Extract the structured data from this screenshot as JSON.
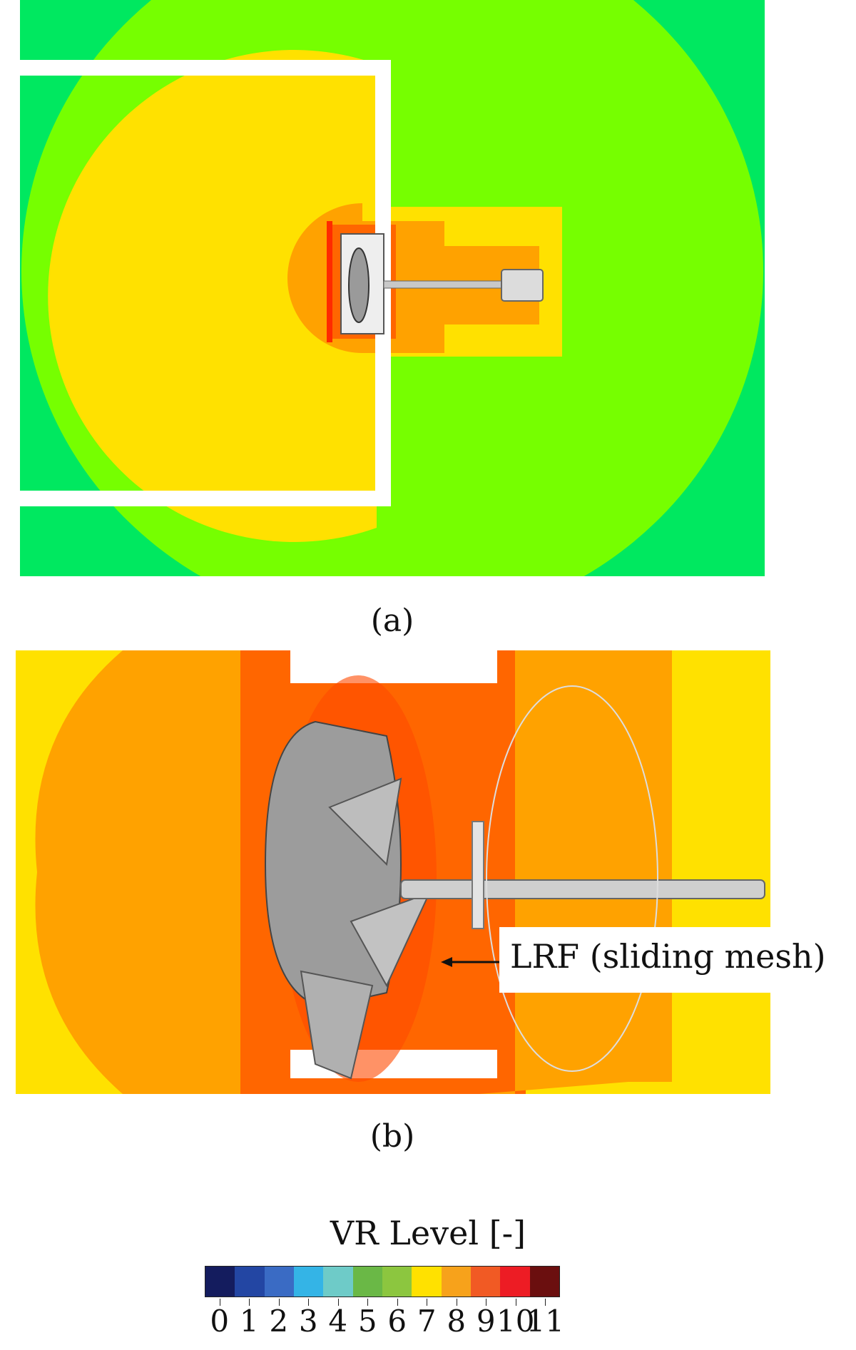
{
  "figure": {
    "panels": [
      {
        "id": "a",
        "caption": "(a)"
      },
      {
        "id": "b",
        "caption": "(b)"
      }
    ],
    "annotation": "LRF (sliding mesh)",
    "legend": {
      "title": "VR Level [-]",
      "levels": [
        {
          "label": "0",
          "color": "#141c5e"
        },
        {
          "label": "1",
          "color": "#2346a3"
        },
        {
          "label": "2",
          "color": "#3a6bc4"
        },
        {
          "label": "3",
          "color": "#34b4e6"
        },
        {
          "label": "4",
          "color": "#6ecbc8"
        },
        {
          "label": "5",
          "color": "#6ab846"
        },
        {
          "label": "6",
          "color": "#8cc63f"
        },
        {
          "label": "7",
          "color": "#ffe100"
        },
        {
          "label": "8",
          "color": "#f7a21b"
        },
        {
          "label": "9",
          "color": "#f15a24"
        },
        {
          "label": "10",
          "color": "#ed1c24"
        },
        {
          "label": "11",
          "color": "#6b0f0f"
        }
      ]
    },
    "colors": {
      "level5": "#00e860",
      "level6": "#76ff00",
      "level7": "#ffe100",
      "level8": "#ffa200",
      "level9": "#ff6600",
      "level10": "#ff2a00",
      "geometry": "#b4b4b4",
      "wall": "#ffffff"
    }
  }
}
